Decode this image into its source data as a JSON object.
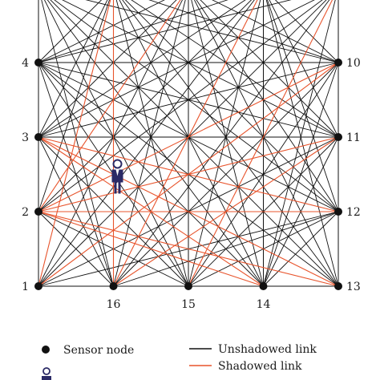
{
  "colors": {
    "unshadowed": "#111111",
    "shadowed": "#e8542c",
    "node": "#111111",
    "person": "#2b2a66"
  },
  "nodes": [
    {
      "id": "1",
      "col": 0,
      "row": 4
    },
    {
      "id": "2",
      "col": 0,
      "row": 3
    },
    {
      "id": "3",
      "col": 0,
      "row": 2
    },
    {
      "id": "4",
      "col": 0,
      "row": 1
    },
    {
      "id": "5",
      "col": 0,
      "row": 0
    },
    {
      "id": "6",
      "col": 1,
      "row": 0
    },
    {
      "id": "7",
      "col": 2,
      "row": 0
    },
    {
      "id": "8",
      "col": 3,
      "row": 0
    },
    {
      "id": "9",
      "col": 4,
      "row": 0
    },
    {
      "id": "10",
      "col": 4,
      "row": 1
    },
    {
      "id": "11",
      "col": 4,
      "row": 2
    },
    {
      "id": "12",
      "col": 4,
      "row": 3
    },
    {
      "id": "13",
      "col": 4,
      "row": 4
    },
    {
      "id": "14",
      "col": 3,
      "row": 4
    },
    {
      "id": "15",
      "col": 2,
      "row": 4
    },
    {
      "id": "16",
      "col": 1,
      "row": 4
    }
  ],
  "visible_node_labels": [
    "1",
    "2",
    "3",
    "4",
    "10",
    "11",
    "12",
    "13",
    "14",
    "15",
    "16"
  ],
  "shadowed_links": [
    [
      "2",
      "10"
    ],
    [
      "2",
      "11"
    ],
    [
      "2",
      "7"
    ],
    [
      "3",
      "12"
    ],
    [
      "3",
      "13"
    ],
    [
      "3",
      "14"
    ],
    [
      "1",
      "10"
    ],
    [
      "1",
      "6"
    ],
    [
      "16",
      "8"
    ],
    [
      "16",
      "11"
    ],
    [
      "15",
      "9"
    ],
    [
      "14",
      "2"
    ],
    [
      "13",
      "2"
    ],
    [
      "16",
      "6"
    ],
    [
      "12",
      "2"
    ]
  ],
  "person": {
    "col": 1,
    "row": 2.65
  },
  "legend": {
    "sensor_node": "Sensor node",
    "unshadowed_link": "Unshadowed link",
    "shadowed_link": "Shadowed link"
  }
}
